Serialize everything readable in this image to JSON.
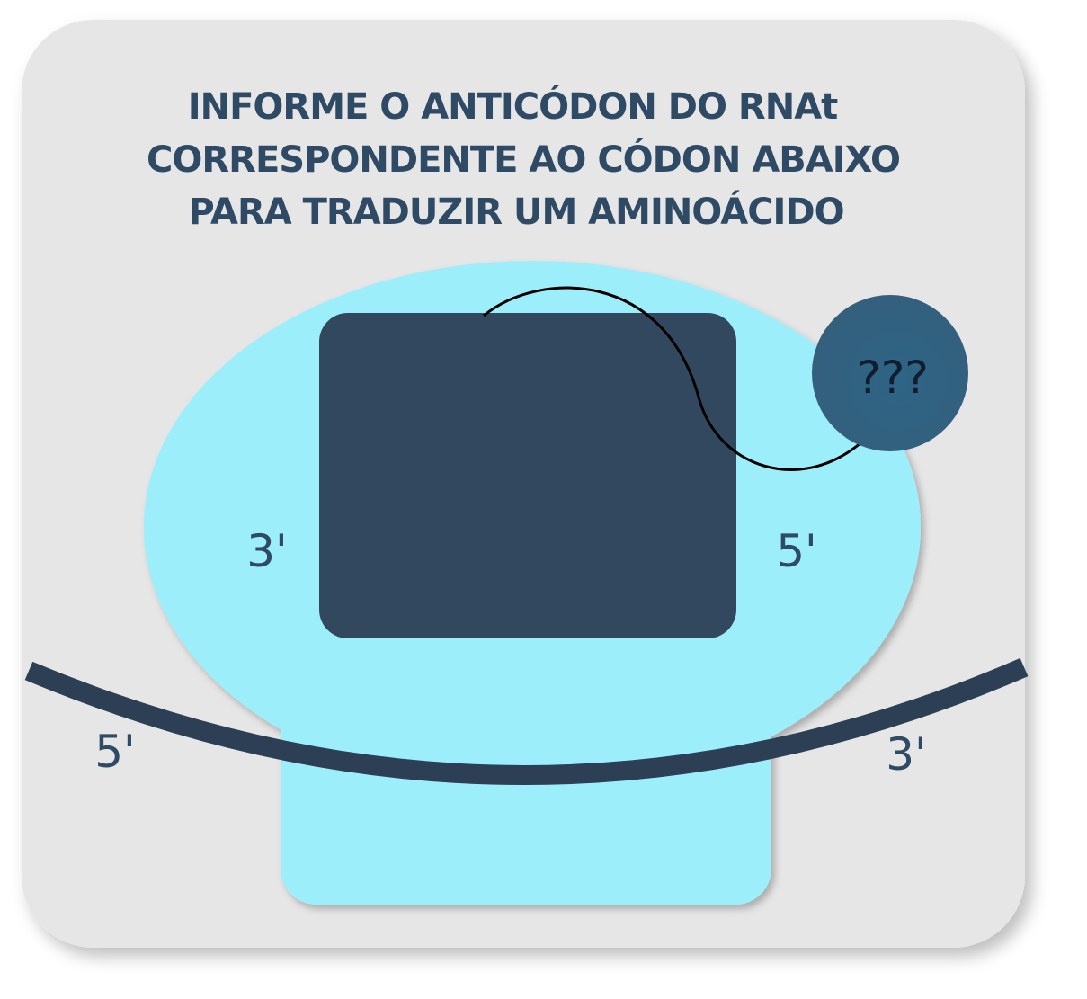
{
  "title": {
    "line1": "INFORME O ANTICÓDON DO RNAt",
    "line2": "CORRESPONDENTE AO CÓDON ABAIXO",
    "line3": "PARA TRADUZIR UM AMINOÁCIDO"
  },
  "trna": {
    "anticodon_placeholder": "???",
    "left_end": "3'",
    "right_end": "5'"
  },
  "mrna": {
    "left_end": "5'",
    "right_end": "3'"
  },
  "colors": {
    "card_background": "#e6e6e7",
    "ribosome": "#9deefb",
    "trna_body": "#31485f",
    "mrna_strand": "#2c3f55",
    "amino_acid_circle": "#33617f"
  }
}
